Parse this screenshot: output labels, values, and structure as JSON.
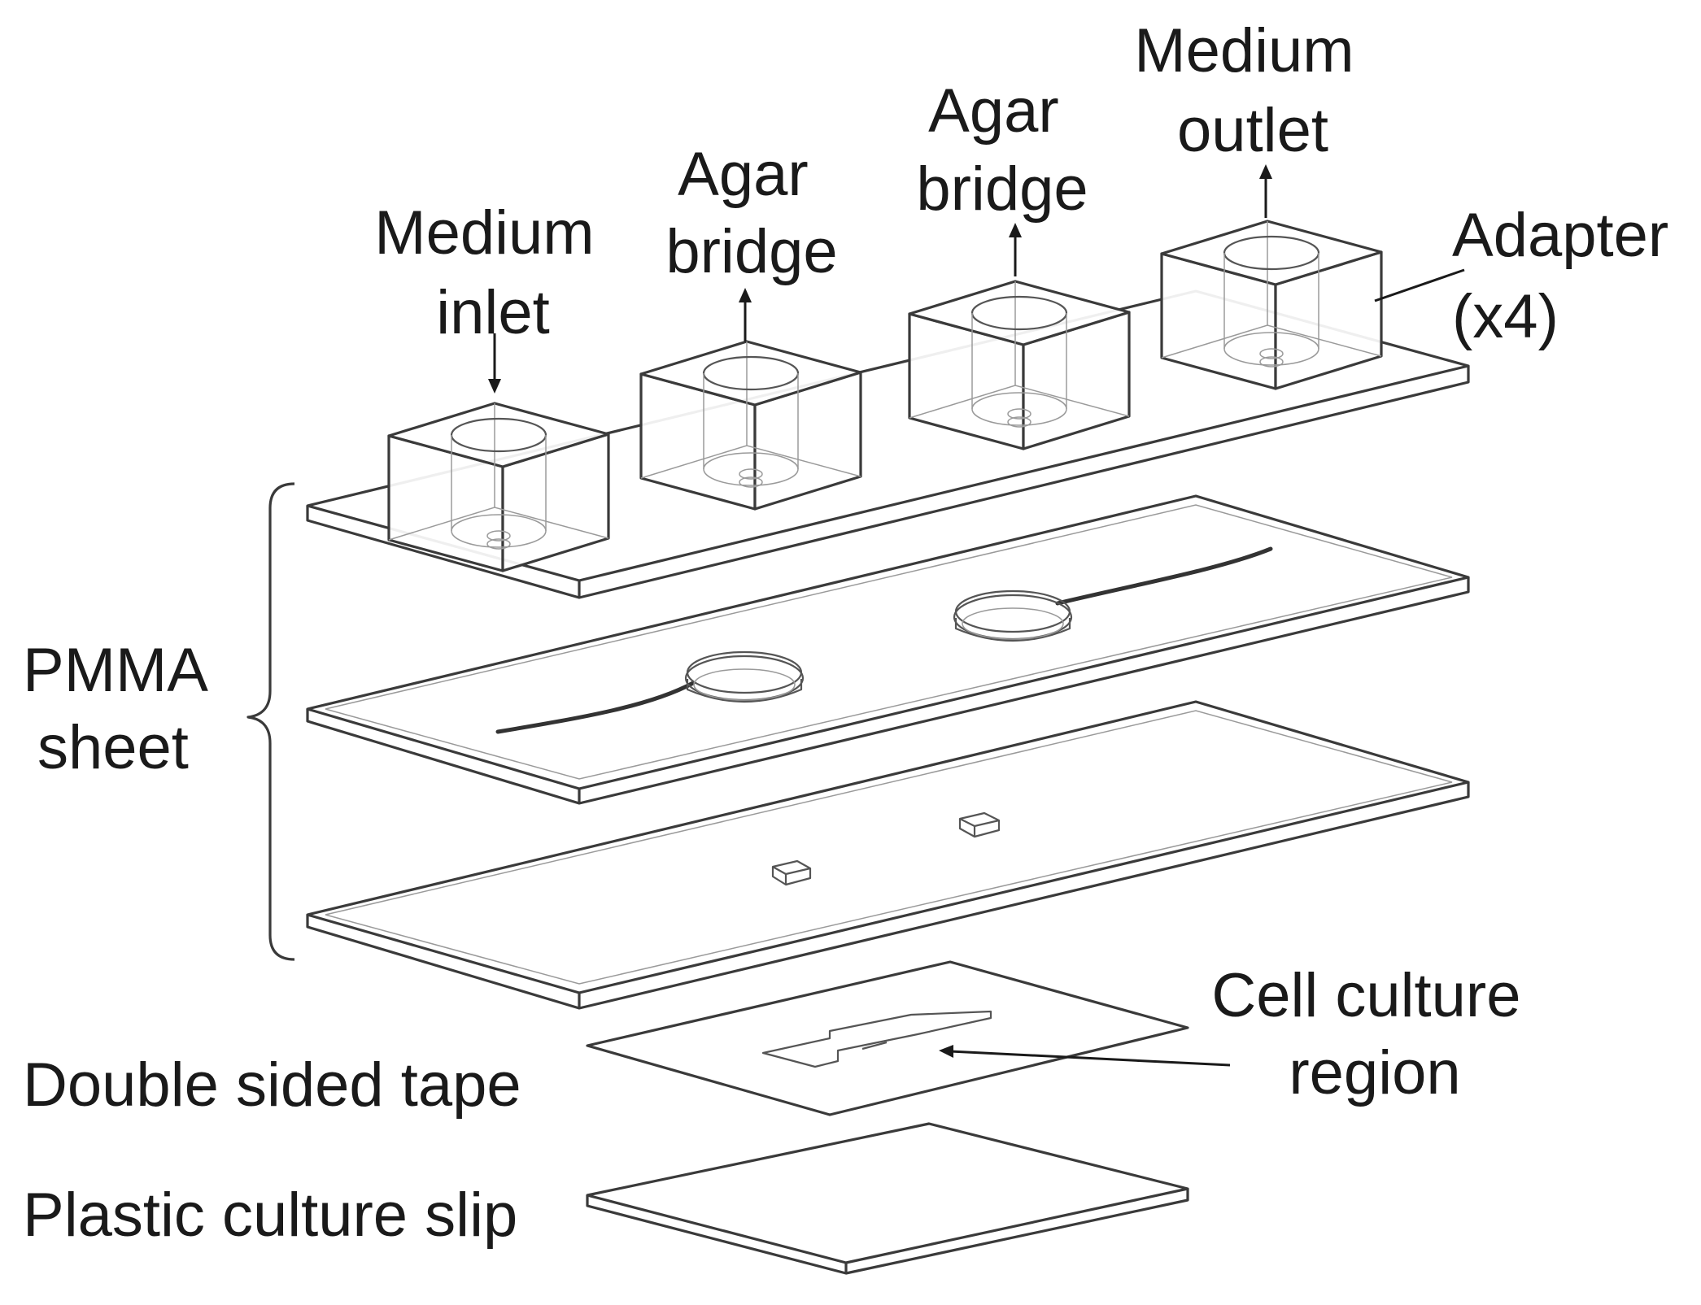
{
  "labels": {
    "medium_inlet": [
      "Medium",
      "inlet"
    ],
    "agar_bridge_1": [
      "Agar",
      "bridge"
    ],
    "agar_bridge_2": [
      "Agar",
      "bridge"
    ],
    "medium_outlet": [
      "Medium",
      "outlet"
    ],
    "adapter": [
      "Adapter",
      "(x4)"
    ],
    "pmma_sheet": [
      "PMMA",
      "sheet"
    ],
    "cell_culture_region": [
      "Cell culture",
      "region"
    ],
    "double_sided_tape": "Double sided tape",
    "plastic_culture_slip": "Plastic culture slip"
  },
  "colors": {
    "line": "#3a3a3a",
    "text": "#1a1a1a",
    "background": "#ffffff"
  }
}
